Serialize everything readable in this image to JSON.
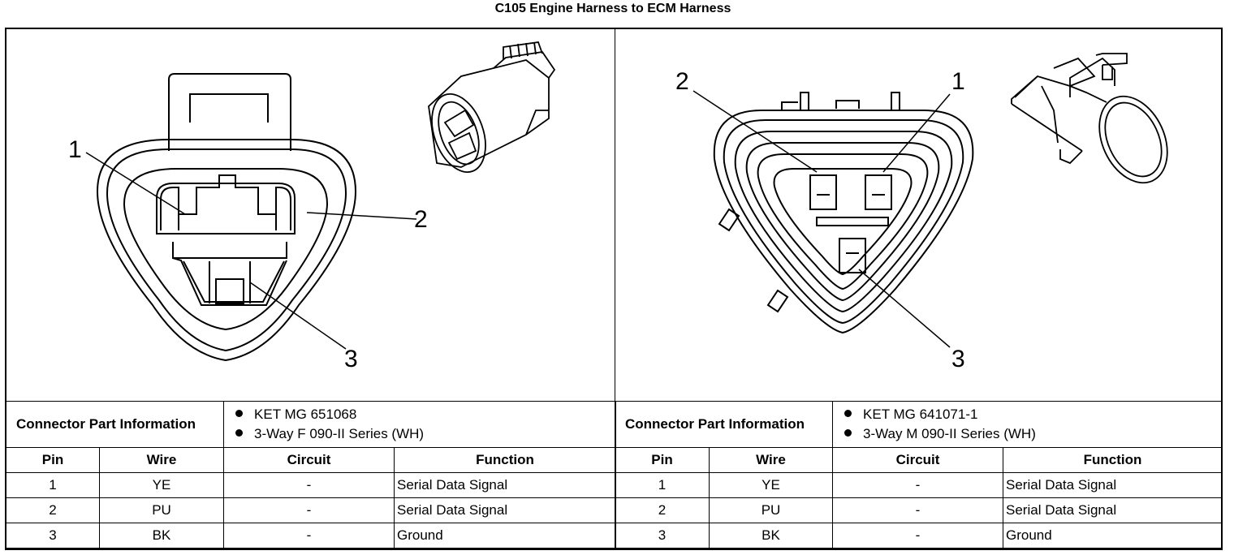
{
  "title": "C105 Engine Harness to ECM Harness",
  "connectors": [
    {
      "info_label": "Connector Part Information",
      "part_info": [
        "KET MG 651068",
        "3-Way F 090-II Series (WH)"
      ],
      "callouts": [
        "1",
        "2",
        "3"
      ],
      "headers": [
        "Pin",
        "Wire",
        "Circuit",
        "Function"
      ],
      "pins": [
        {
          "pin": "1",
          "wire": "YE",
          "circuit": "-",
          "function": "Serial Data Signal"
        },
        {
          "pin": "2",
          "wire": "PU",
          "circuit": "-",
          "function": "Serial Data Signal"
        },
        {
          "pin": "3",
          "wire": "BK",
          "circuit": "-",
          "function": "Ground"
        }
      ]
    },
    {
      "info_label": "Connector Part Information",
      "part_info": [
        "KET MG 641071-1",
        "3-Way M 090-II Series (WH)"
      ],
      "callouts": [
        "1",
        "2",
        "3"
      ],
      "headers": [
        "Pin",
        "Wire",
        "Circuit",
        "Function"
      ],
      "pins": [
        {
          "pin": "1",
          "wire": "YE",
          "circuit": "-",
          "function": "Serial Data Signal"
        },
        {
          "pin": "2",
          "wire": "PU",
          "circuit": "-",
          "function": "Serial Data Signal"
        },
        {
          "pin": "3",
          "wire": "BK",
          "circuit": "-",
          "function": "Ground"
        }
      ]
    }
  ]
}
